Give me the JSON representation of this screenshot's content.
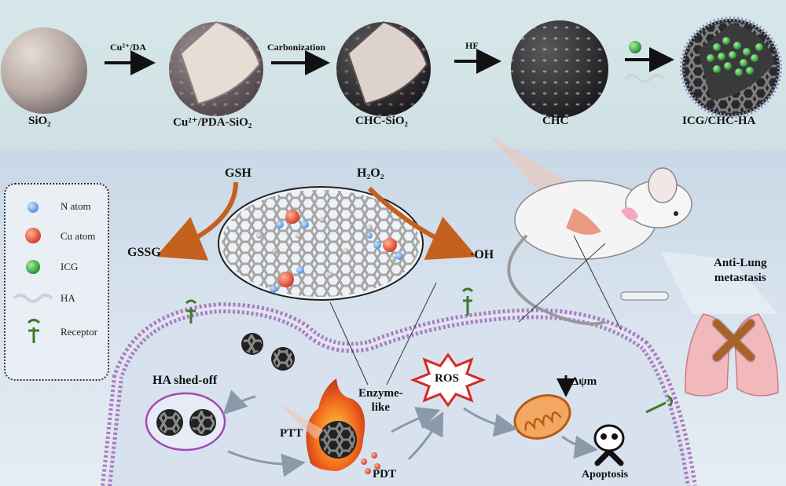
{
  "synthesis": {
    "steps": [
      {
        "label": "SiO₂"
      },
      {
        "label": "Cu²⁺/PDA-SiO₂"
      },
      {
        "label": "CHC-SiO₂"
      },
      {
        "label": "CHC"
      },
      {
        "label": "ICG/CHC-HA"
      }
    ],
    "arrows": [
      {
        "label": "Cu²⁺/DA"
      },
      {
        "label": "Carbonization"
      },
      {
        "label": "HF"
      },
      {
        "label": ""
      }
    ]
  },
  "legend": {
    "items": [
      {
        "label": "N atom",
        "icon": "n-atom-icon",
        "color": "#6fa8e6"
      },
      {
        "label": "Cu atom",
        "icon": "cu-atom-icon",
        "color": "#e2553f"
      },
      {
        "label": "ICG",
        "icon": "icg-icon",
        "color": "#2fa83a"
      },
      {
        "label": "HA",
        "icon": "ha-icon",
        "color": "#c9d3dc"
      },
      {
        "label": "Receptor",
        "icon": "receptor-icon",
        "color": "#3d7a2a"
      }
    ]
  },
  "mechanism": {
    "gsh": "GSH",
    "gssg": "GSSG",
    "h2o2": "H₂O₂",
    "oh": "·OH",
    "ha_shed": "HA shed-off",
    "ptt": "PTT",
    "pdt": "PDT",
    "enzyme_like": "Enzyme-\nlike",
    "ros": "ROS",
    "dpsi": "Δψm",
    "apoptosis": "Apoptosis",
    "anti_lung": "Anti-Lung\nmetastasis"
  }
}
